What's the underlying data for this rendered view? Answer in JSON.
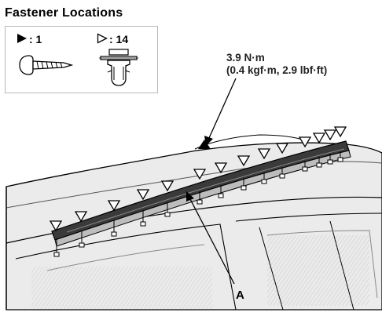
{
  "legend": {
    "title": "Fastener Locations",
    "screw_count": ": 1",
    "clip_count": ": 14",
    "screw_icon": "screw-icon",
    "clip_icon": "clip-icon"
  },
  "torque": {
    "line1": "3.9 N·m",
    "line2": "(0.4 kgf·m, 2.9 lbf·ft)"
  },
  "callout": {
    "label": "A"
  },
  "colors": {
    "line": "#000000",
    "roof_shade": "#d9d9d9",
    "rail_fill": "#3a3a3a"
  }
}
